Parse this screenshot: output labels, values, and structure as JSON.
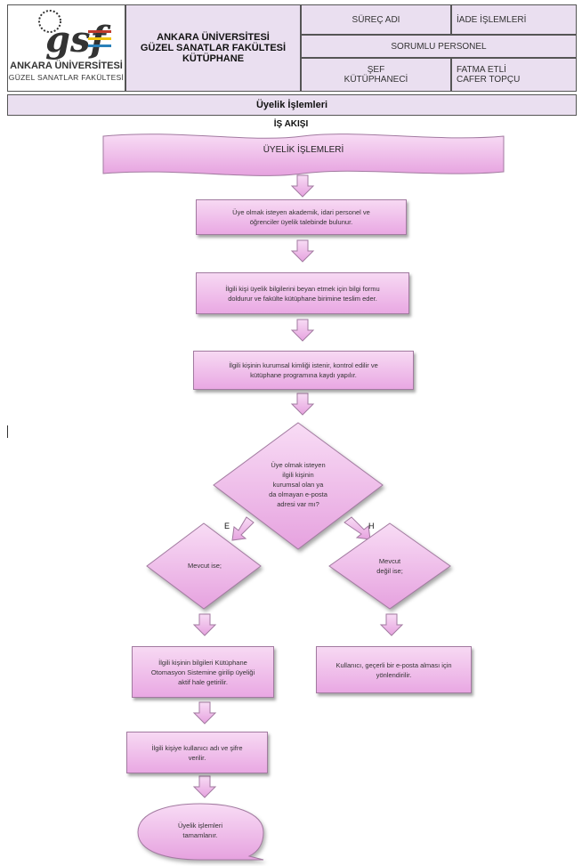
{
  "header": {
    "logo_mark": "gsf",
    "logo_line1": "ANKARA ÜNİVERSİTESİ",
    "logo_line2": "GÜZEL SANATLAR FAKÜLTESİ",
    "institution": [
      "ANKARA ÜNİVERSİTESİ",
      "GÜZEL SANATLAR FAKÜLTESİ",
      "KÜTÜPHANE"
    ],
    "process_label": "SÜREÇ ADI",
    "process_value": "İADE İŞLEMLERİ",
    "responsible_label": "SORUMLU PERSONEL",
    "role": [
      "ŞEF",
      "KÜTÜPHANECİ"
    ],
    "names": [
      "FATMA ETLİ",
      "CAFER TOPÇU"
    ],
    "subject": "Üyelik İşlemleri"
  },
  "flow": {
    "title": "İŞ AKIŞI",
    "banner": "ÜYELİK  İŞLEMLERİ",
    "step1": [
      "Üye olmak  isteyen akademik,  idari personel ve",
      "öğrenciler üyelik talebinde  bulunur."
    ],
    "step2": [
      "İlgili  kişi üyelik bilgilerini beyan  etmek için bilgi formu",
      "doldurur ve fakülte  kütüphane birimine  teslim eder."
    ],
    "step3": [
      "İlgili  kişinin kurumsal kimliği istenir, kontrol edilir ve",
      "kütüphane  programına   kaydı yapılır."
    ],
    "decision": [
      "Üye olmak  isteyen",
      "ilgili kişinin",
      "kurumsal  olan ya",
      "da olmayan  e-posta",
      "adresi var mı?"
    ],
    "yes_label": "E",
    "no_label": "H",
    "yes_case": "Mevcut ise;",
    "no_case": [
      "Mevcut",
      "değil ise;"
    ],
    "yes_step": [
      "İlgili  kişinin bilgileri Kütüphane",
      "Otomasyon Sistemine girilip  üyeliği",
      "aktif hale getirilir."
    ],
    "no_step": [
      "Kullanıcı, geçerli bir e-posta alması için",
      "yönlendirilir."
    ],
    "step_password": [
      "İlgili  kişiye kullanıcı  adı ve şifre",
      "verilir."
    ],
    "end": [
      "Üyelik işlemleri",
      "tamamlanır."
    ]
  }
}
